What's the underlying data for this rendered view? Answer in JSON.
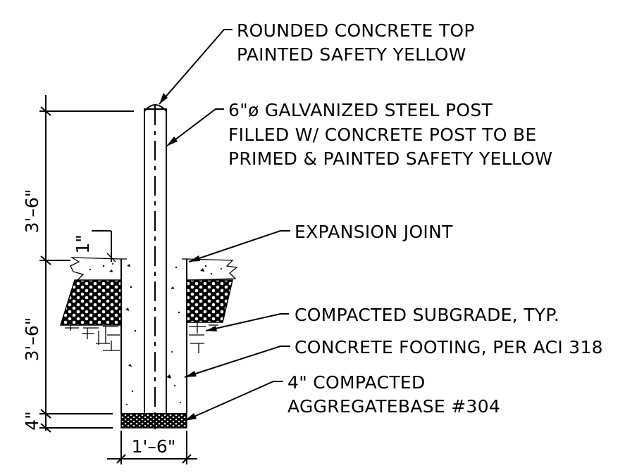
{
  "labels": {
    "top_line1": "ROUNDED CONCRETE TOP",
    "top_line2": "PAINTED SAFETY YELLOW",
    "post_line1": "6\"ø GALVANIZED STEEL POST",
    "post_line2": "FILLED W/ CONCRETE POST TO BE",
    "post_line3": "PRIMED & PAINTED SAFETY YELLOW",
    "expansion": "EXPANSION JOINT",
    "subgrade": "COMPACTED SUBGRADE, TYP.",
    "footing": "CONCRETE FOOTING, PER ACI 318",
    "aggregate_line1": "4\" COMPACTED",
    "aggregate_line2": "AGGREGATEBASE #304"
  },
  "dimensions": {
    "above_grade": "3'–6\"",
    "below_grade": "3'–6\"",
    "base": "4\"",
    "joint": "1\"",
    "width": "1'–6\""
  }
}
